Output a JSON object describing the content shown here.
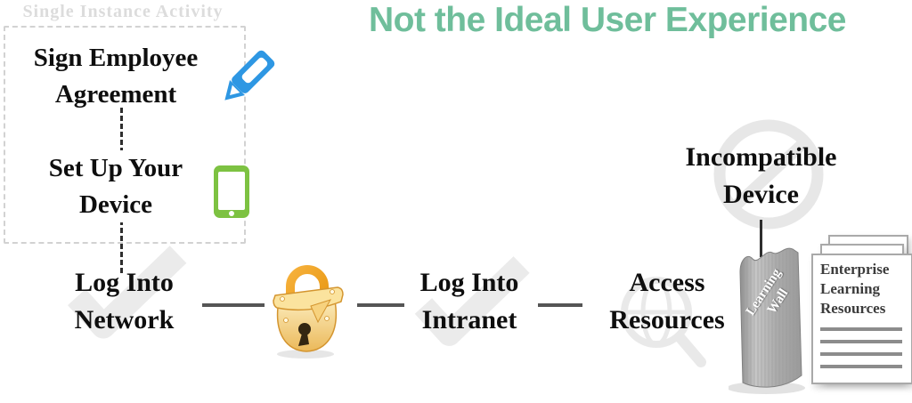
{
  "title": "Not the Ideal User Experience",
  "group_box": {
    "label": "Single Instance Activity"
  },
  "flow": {
    "sign_employee_agreement": "Sign Employee Agreement",
    "set_up_your_device": "Set Up Your Device",
    "log_into_network": "Log Into Network",
    "log_into_intranet": "Log Into Intranet",
    "access_resources": "Access Resources",
    "incompatible_device": "Incompatible Device"
  },
  "learning_wall": {
    "label": "Learning Wall"
  },
  "documents": {
    "title": "Enterprise Learning Resources",
    "text_lines": 4
  },
  "icons": {
    "pencil": "pencil-icon",
    "tablet": "tablet-icon",
    "padlock": "padlock-icon",
    "checkmark_watermark": "checkmark-watermark-icon",
    "search_globe_watermark": "search-globe-watermark-icon",
    "no_symbol_watermark": "no-symbol-watermark-icon"
  },
  "colors": {
    "title_green": "#6FBE9B",
    "pencil_blue": "#2E97E3",
    "tablet_green": "#7DC242",
    "padlock_gold": "#E8A33C",
    "connector_dark": "#555555",
    "watermark_gray": "#EAEAEA",
    "wall_gray": "#ABABAB",
    "group_label_gray": "#DCDCDC"
  }
}
